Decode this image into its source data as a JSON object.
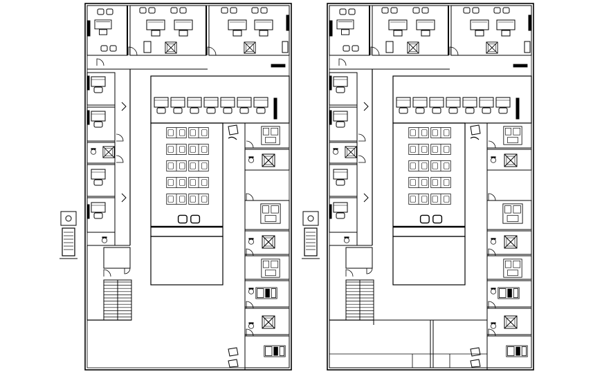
{
  "drawing": {
    "line_color": "#000000",
    "background": "#ffffff",
    "plans": [
      {
        "id": "left-plan",
        "variant": "open-lower-hall"
      },
      {
        "id": "right-plan",
        "variant": "partitioned-lower-hall"
      }
    ]
  }
}
